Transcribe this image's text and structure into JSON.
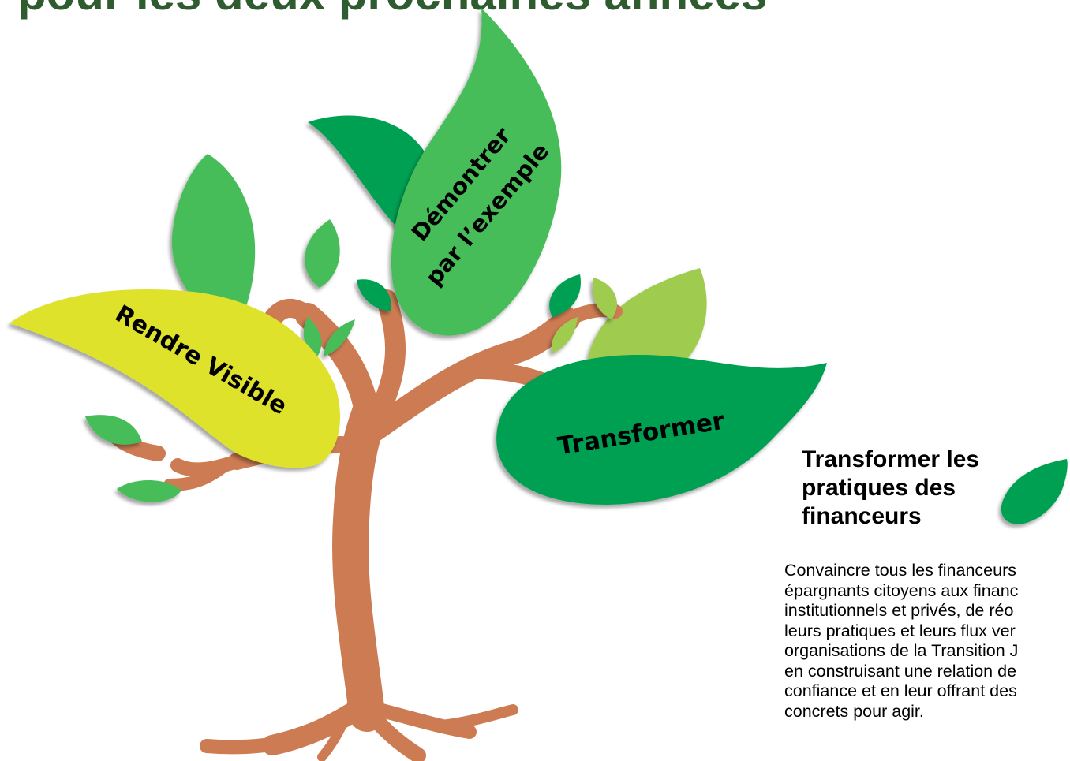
{
  "title": "pour les deux prochaines années",
  "leaves": {
    "rendre_visible": "Rendre Visible",
    "demontrer_line1": "Démontrer",
    "demontrer_line2": "par l’exemple",
    "transformer": "Transformer"
  },
  "side_panel": {
    "heading": "Transformer les pratiques des financeurs",
    "body_lines": [
      "Convaincre tous les financeurs",
      "épargnants citoyens aux financ",
      "institutionnels et privés, de réo",
      "leurs pratiques et leurs flux ver",
      "organisations de la Transition J",
      "en construisant une relation de",
      "confiance et en leur offrant des",
      "concrets pour agir."
    ]
  },
  "colors": {
    "trunk": "#cd7b52",
    "leaf_yellow": "#dfe22b",
    "leaf_green": "#46bd5a",
    "leaf_dark_green": "#00a052",
    "leaf_light_green": "#9fcb4f",
    "title_green": "#2e5b2f"
  }
}
